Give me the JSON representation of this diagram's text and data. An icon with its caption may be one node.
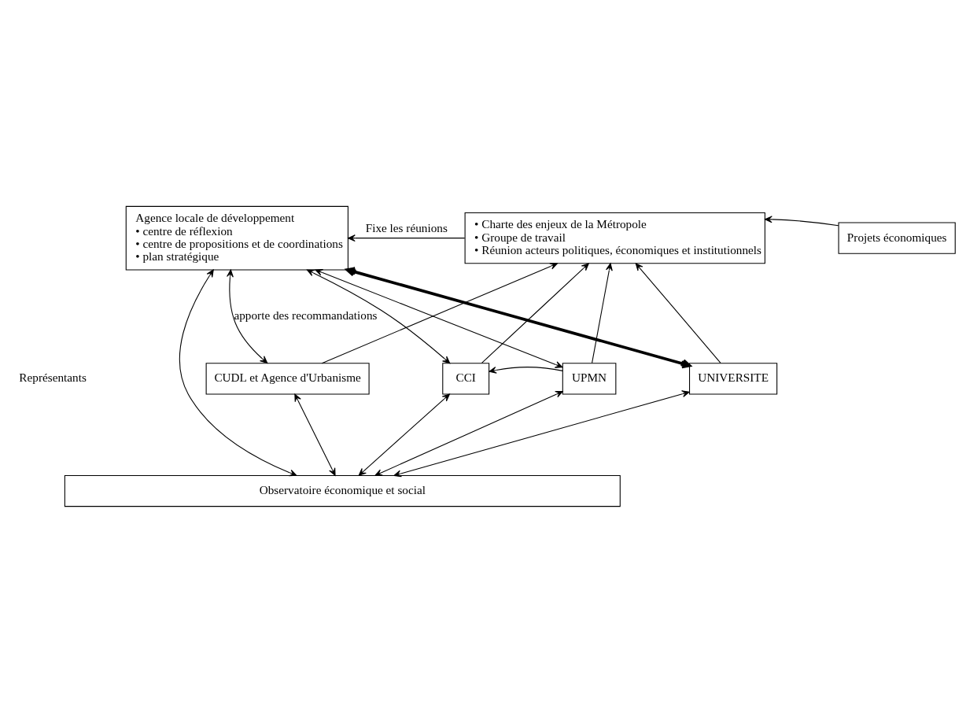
{
  "diagram": {
    "nodes": [
      {
        "text": [
          "Agence locale de développement",
          "• centre de réflexion",
          "• centre de propositions et de coordinations",
          "• plan stratégique"
        ]
      },
      {
        "text": [
          "• Charte des enjeux de la Métropole",
          "• Groupe de travail",
          "• Réunion acteurs politiques, économiques et institutionnels"
        ]
      },
      {
        "text": [
          "Projets économiques"
        ]
      },
      {
        "text": [
          "CUDL et Agence d'Urbanisme"
        ]
      },
      {
        "text": [
          "CCI"
        ]
      },
      {
        "text": [
          "UPMN"
        ]
      },
      {
        "text": [
          "UNIVERSITE"
        ]
      },
      {
        "text": [
          "Observatoire économique et social"
        ]
      }
    ],
    "edges": [
      {
        "from": 1,
        "to": 0,
        "arrow": "to",
        "label": "Fixe les réunions"
      },
      {
        "from": 2,
        "to": 1,
        "arrow": "to"
      },
      {
        "from": 7,
        "to": 0,
        "arrow": "both"
      },
      {
        "from": 0,
        "to": 3,
        "arrow": "both",
        "label": "apporte des recommandations"
      },
      {
        "from": 0,
        "to": 4,
        "arrow": "both"
      },
      {
        "from": 0,
        "to": 5,
        "arrow": "both"
      },
      {
        "from": 0,
        "to": 6,
        "arrow": "both",
        "style": "thick"
      },
      {
        "from": 3,
        "to": 1,
        "arrow": "to"
      },
      {
        "from": 4,
        "to": 1,
        "arrow": "to"
      },
      {
        "from": 5,
        "to": 1,
        "arrow": "to"
      },
      {
        "from": 6,
        "to": 1,
        "arrow": "to"
      },
      {
        "from": 5,
        "to": 4,
        "arrow": "to"
      },
      {
        "from": 3,
        "to": 7,
        "arrow": "both"
      },
      {
        "from": 4,
        "to": 7,
        "arrow": "both"
      },
      {
        "from": 5,
        "to": 7,
        "arrow": "both"
      },
      {
        "from": 6,
        "to": 7,
        "arrow": "both"
      }
    ],
    "labels": [
      "Représentants"
    ]
  }
}
